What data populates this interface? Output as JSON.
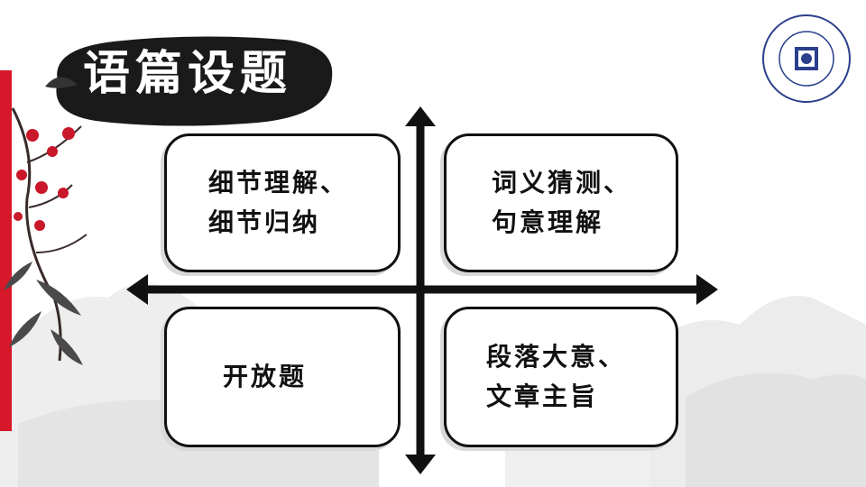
{
  "slide": {
    "title": "语篇设题",
    "quadrants": {
      "top_left": [
        "细节理解、",
        "细节归纳"
      ],
      "top_right": [
        "词义猜测、",
        "句意理解"
      ],
      "bottom_left": [
        "开放题"
      ],
      "bottom_right": [
        "段落大意、",
        "文章主旨"
      ]
    }
  },
  "colors": {
    "accent_red": "#d7182a",
    "ink": "#111111",
    "seal_blue": "#2b3f8c"
  },
  "icons": {
    "plum_blossom": "plum-blossom-icon",
    "school_seal": "school-seal-icon"
  }
}
